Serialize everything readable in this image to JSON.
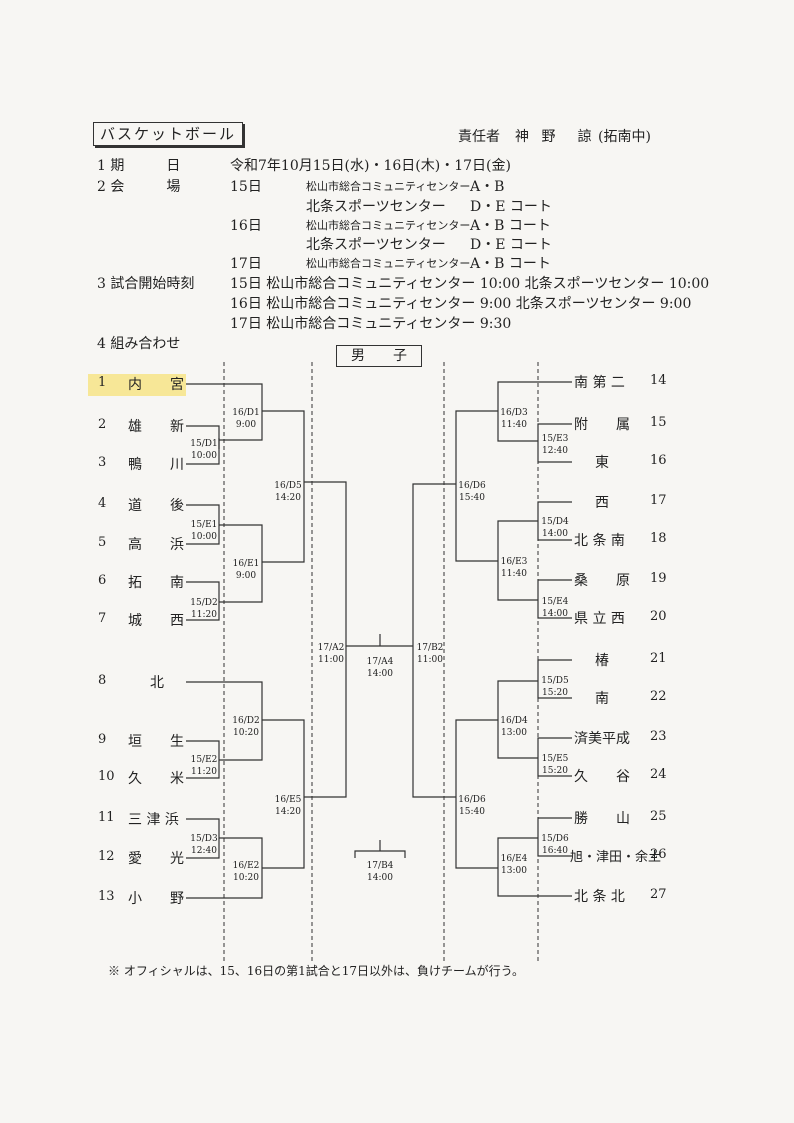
{
  "header": {
    "title": "バスケットボール",
    "person_label": "責任者",
    "person_name": "神 野　諒",
    "person_school": "(拓南中)"
  },
  "info": {
    "date_label": "1 期　　　日",
    "date_value": "令和7年10月15日(水)・16日(木)・17日(金)",
    "venue_label": "2 会　　　場",
    "venues": [
      {
        "day": "15日",
        "place": "松山市総合コミュニティセンター",
        "courts": "A・B"
      },
      {
        "day": "",
        "place": "北条スポーツセンター",
        "courts": "D・E コート"
      },
      {
        "day": "16日",
        "place": "松山市総合コミュニティセンター",
        "courts": "A・B コート"
      },
      {
        "day": "",
        "place": "北条スポーツセンター",
        "courts": "D・E コート"
      },
      {
        "day": "17日",
        "place": "松山市総合コミュニティセンター",
        "courts": "A・B コート"
      }
    ],
    "start_label": "3 試合開始時刻",
    "start_times": [
      "15日 松山市総合コミュニティセンター 10:00 北条スポーツセンター 10:00",
      "16日 松山市総合コミュニティセンター 9:00 北条スポーツセンター 9:00",
      "17日 松山市総合コミュニティセンター 9:30"
    ],
    "bracket_label": "4 組み合わせ",
    "division": "男　　子"
  },
  "left_teams": [
    {
      "num": "1",
      "name": "内　　宮"
    },
    {
      "num": "2",
      "name": "雄　　新"
    },
    {
      "num": "3",
      "name": "鴨　　川"
    },
    {
      "num": "4",
      "name": "道　　後"
    },
    {
      "num": "5",
      "name": "高　　浜"
    },
    {
      "num": "6",
      "name": "拓　　南"
    },
    {
      "num": "7",
      "name": "城　　西"
    },
    {
      "num": "8",
      "name": "北"
    },
    {
      "num": "9",
      "name": "垣　　生"
    },
    {
      "num": "10",
      "name": "久　　米"
    },
    {
      "num": "11",
      "name": "三 津 浜"
    },
    {
      "num": "12",
      "name": "愛　　光"
    },
    {
      "num": "13",
      "name": "小　　野"
    }
  ],
  "right_teams": [
    {
      "num": "14",
      "name": "南 第 二"
    },
    {
      "num": "15",
      "name": "附　　属"
    },
    {
      "num": "16",
      "name": "東"
    },
    {
      "num": "17",
      "name": "西"
    },
    {
      "num": "18",
      "name": "北 条 南"
    },
    {
      "num": "19",
      "name": "桑　　原"
    },
    {
      "num": "20",
      "name": "県 立 西"
    },
    {
      "num": "21",
      "name": "椿"
    },
    {
      "num": "22",
      "name": "南"
    },
    {
      "num": "23",
      "name": "済美平成"
    },
    {
      "num": "24",
      "name": "久　　谷"
    },
    {
      "num": "25",
      "name": "勝　　山"
    },
    {
      "num": "26",
      "name": "旭・津田・余土"
    },
    {
      "num": "27",
      "name": "北 条 北"
    }
  ],
  "matches": [
    {
      "id": "m1",
      "code": "16/D1",
      "time": "9:00"
    },
    {
      "id": "m2",
      "code": "15/D1",
      "time": "10:00"
    },
    {
      "id": "m3",
      "code": "16/D5",
      "time": "14:20"
    },
    {
      "id": "m4",
      "code": "15/E1",
      "time": "10:00"
    },
    {
      "id": "m5",
      "code": "16/E1",
      "time": "9:00"
    },
    {
      "id": "m6",
      "code": "15/D2",
      "time": "11:20"
    },
    {
      "id": "m7",
      "code": "17/A2",
      "time": "11:00"
    },
    {
      "id": "m8",
      "code": "17/A4",
      "time": "14:00"
    },
    {
      "id": "m9",
      "code": "17/B2",
      "time": "11:00"
    },
    {
      "id": "m10",
      "code": "16/D2",
      "time": "10:20"
    },
    {
      "id": "m11",
      "code": "15/E2",
      "time": "11:20"
    },
    {
      "id": "m12",
      "code": "16/E5",
      "time": "14:20"
    },
    {
      "id": "m13",
      "code": "15/D3",
      "time": "12:40"
    },
    {
      "id": "m14",
      "code": "16/E2",
      "time": "10:20"
    },
    {
      "id": "m15",
      "code": "17/B4",
      "time": "14:00"
    },
    {
      "id": "m16",
      "code": "16/D3",
      "time": "11:40"
    },
    {
      "id": "m17",
      "code": "15/E3",
      "time": "12:40"
    },
    {
      "id": "m18",
      "code": "16/D6",
      "time": "15:40"
    },
    {
      "id": "m19",
      "code": "15/D4",
      "time": "14:00"
    },
    {
      "id": "m20",
      "code": "16/E3",
      "time": "11:40"
    },
    {
      "id": "m21",
      "code": "15/E4",
      "time": "14:00"
    },
    {
      "id": "m22",
      "code": "15/D5",
      "time": "15:20"
    },
    {
      "id": "m23",
      "code": "16/D4",
      "time": "13:00"
    },
    {
      "id": "m24",
      "code": "15/E5",
      "time": "15:20"
    },
    {
      "id": "m25",
      "code": "16/D6",
      "time": "15:40"
    },
    {
      "id": "m26",
      "code": "15/D6",
      "time": "16:40"
    },
    {
      "id": "m27",
      "code": "16/E4",
      "time": "13:00"
    }
  ],
  "footnote": "※ オフィシャルは、15、16日の第1試合と17日以外は、負けチームが行う。"
}
